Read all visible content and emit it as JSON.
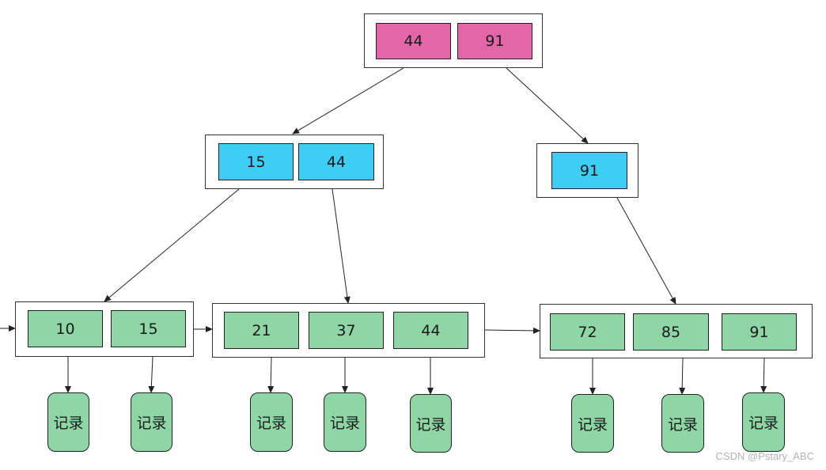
{
  "tree": {
    "root": {
      "keys": [
        "44",
        "91"
      ]
    },
    "internal": [
      {
        "keys": [
          "15",
          "44"
        ]
      },
      {
        "keys": [
          "91"
        ]
      }
    ],
    "leaves": [
      {
        "keys": [
          "10",
          "15"
        ]
      },
      {
        "keys": [
          "21",
          "37",
          "44"
        ]
      },
      {
        "keys": [
          "72",
          "85",
          "91"
        ]
      }
    ],
    "record_label": "记录"
  },
  "watermark": "CSDN @Pstary_ABC",
  "colors": {
    "root_key": "#e366a9",
    "internal_key": "#3ecdf5",
    "leaf_key": "#8fd6a6",
    "record": "#8fd6a6",
    "edge": "#222222"
  }
}
